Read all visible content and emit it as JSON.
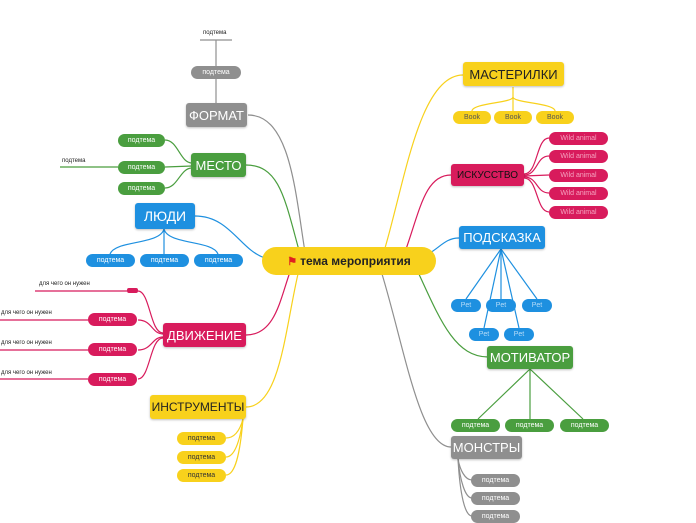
{
  "center": {
    "label": "тема мероприятия",
    "icon": "red-flag-icon"
  },
  "colors": {
    "gray": "#8f8f8f",
    "green": "#4a9e3f",
    "blue": "#1e90e0",
    "red": "#d81b5c",
    "yellow": "#f8d11c"
  },
  "format": {
    "label": "ФОРМАТ",
    "child": "подтема",
    "grandchild": "подтема"
  },
  "mesto": {
    "label": "МЕСТО",
    "children": [
      "подтема",
      "подтема",
      "подтема"
    ],
    "extra": "подтема"
  },
  "lyudi": {
    "label": "ЛЮДИ",
    "children": [
      "подтема",
      "подтема",
      "подтема"
    ]
  },
  "dvizhenie": {
    "label": "ДВИЖЕНИЕ",
    "children": [
      "",
      "подтема",
      "подтема",
      "подтема"
    ],
    "notes": [
      "для чего он нужен",
      "для чего он нужен",
      "для чего он нужен",
      "для чего он нужен"
    ]
  },
  "instrumenty": {
    "label": "ИНСТРУМЕНТЫ",
    "children": [
      "подтема",
      "подтема",
      "подтема"
    ]
  },
  "masterilki": {
    "label": "МАСТЕРИЛКИ",
    "children": [
      "Book",
      "Book",
      "Book"
    ]
  },
  "iskusstvo": {
    "label": "ИСКУССТВО",
    "children": [
      "Wild animal",
      "Wild animal",
      "Wild animal",
      "Wild animal",
      "Wild animal"
    ]
  },
  "podskazka": {
    "label": "ПОДСКАЗКА",
    "children": [
      "Pet",
      "Pet",
      "Pet",
      "Pet",
      "Pet"
    ]
  },
  "motivator": {
    "label": "МОТИВАТОР",
    "children": [
      "подтема",
      "подтема",
      "подтема"
    ]
  },
  "monstry": {
    "label": "МОНСТРЫ",
    "children": [
      "подтема",
      "подтема",
      "подтема"
    ]
  }
}
